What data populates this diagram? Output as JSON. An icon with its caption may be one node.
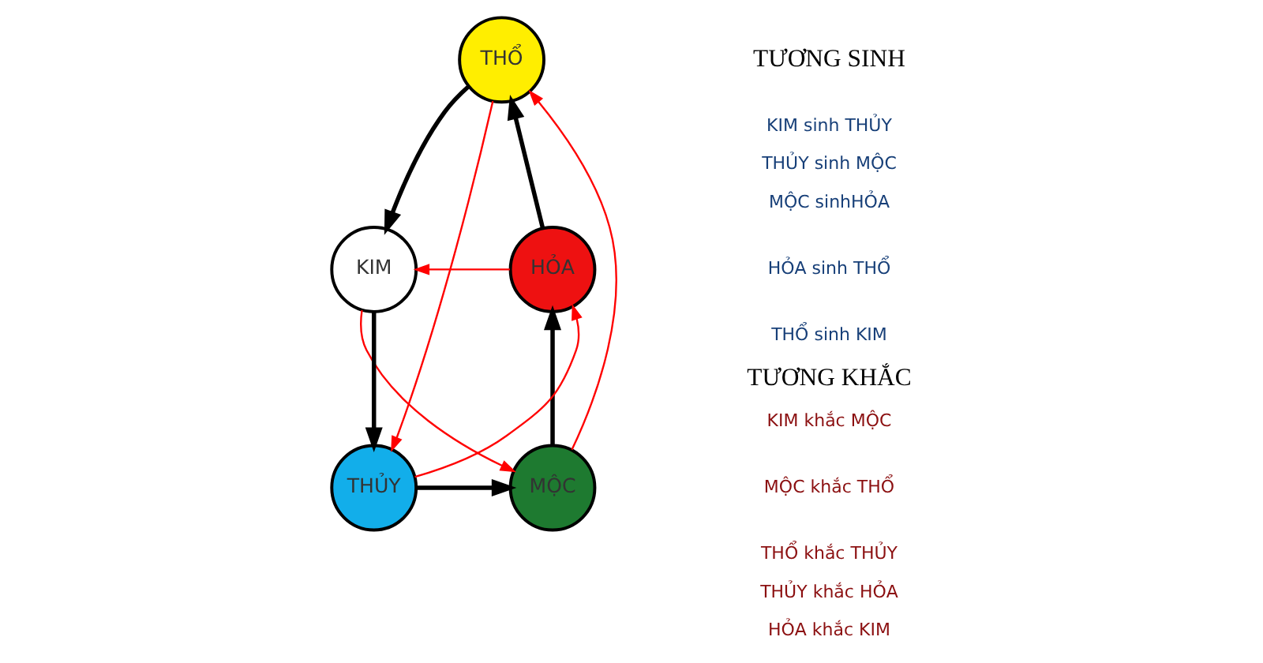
{
  "diagram": {
    "nodes": [
      {
        "text": [
          "THỔ"
        ]
      },
      {
        "text": [
          "HỎA"
        ]
      },
      {
        "text": [
          "KIM"
        ]
      },
      {
        "text": [
          "MỘC"
        ]
      },
      {
        "text": [
          "THỦY"
        ]
      }
    ],
    "edges": [
      {
        "from": 0,
        "to": 2,
        "arrow": "to",
        "style": "thick",
        "color": "#000000"
      },
      {
        "from": 2,
        "to": 4,
        "arrow": "to",
        "style": "thick",
        "color": "#000000"
      },
      {
        "from": 4,
        "to": 3,
        "arrow": "to",
        "style": "thick",
        "color": "#000000"
      },
      {
        "from": 3,
        "to": 1,
        "arrow": "to",
        "style": "thick",
        "color": "#000000"
      },
      {
        "from": 1,
        "to": 0,
        "arrow": "to",
        "style": "thick",
        "color": "#000000"
      },
      {
        "from": 2,
        "to": 3,
        "arrow": "to",
        "color": "#ff0000"
      },
      {
        "from": 3,
        "to": 0,
        "arrow": "to",
        "color": "#ff0000"
      },
      {
        "from": 0,
        "to": 4,
        "arrow": "to",
        "color": "#ff0000"
      },
      {
        "from": 4,
        "to": 1,
        "arrow": "to",
        "color": "#ff0000"
      },
      {
        "from": 1,
        "to": 2,
        "arrow": "to",
        "color": "#ff0000"
      }
    ],
    "labels": [
      "TƯƠNG SINH",
      "KIM sinh THỦY",
      "THỦY sinh MỘC",
      "MỘC sinhHỎA",
      "HỎA sinh THỔ",
      "THỔ sinh KIM",
      "TƯƠNG KHẮC",
      "KIM khắc MỘC",
      "MỘC khắc THỔ",
      "THỔ khắc THỦY",
      "THỦY khắc HỎA",
      "HỎA khắc KIM"
    ]
  }
}
